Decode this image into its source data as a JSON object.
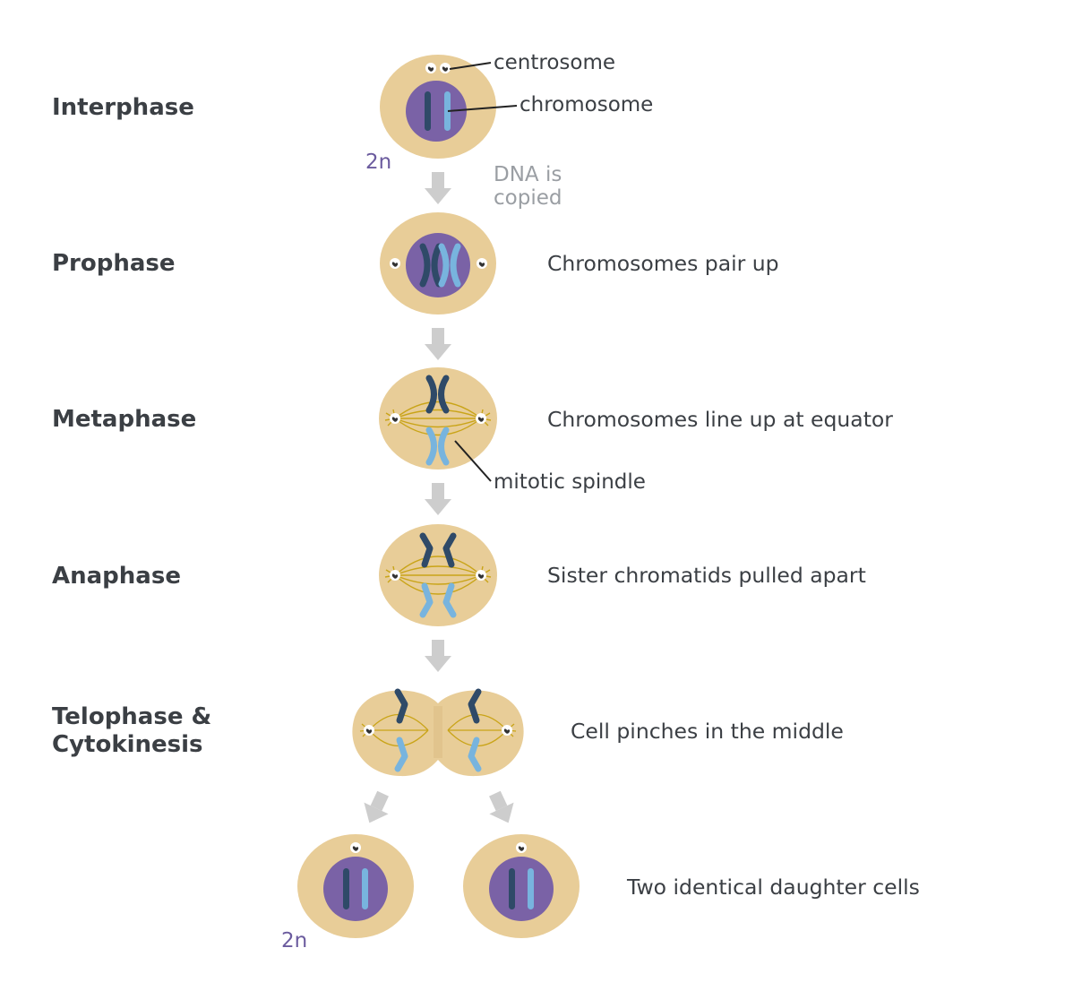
{
  "stages": [
    {
      "label": "Interphase"
    },
    {
      "label": "Prophase",
      "description": "Chromosomes pair up"
    },
    {
      "label": "Metaphase",
      "description": "Chromosomes line up at equator"
    },
    {
      "label": "Anaphase",
      "description": "Sister chromatids pulled apart"
    },
    {
      "label": "Telophase &",
      "label_line2": "Cytokinesis",
      "description": "Cell pinches in the middle"
    }
  ],
  "final": {
    "description": "Two identical daughter cells"
  },
  "callouts": {
    "centrosome": "centrosome",
    "chromosome": "chromosome",
    "mitotic_spindle": "mitotic spindle"
  },
  "notes": {
    "dna_copied_line1": "DNA is",
    "dna_copied_line2": "copied"
  },
  "ploidy": {
    "interphase": "2n",
    "daughter": "2n"
  },
  "colors": {
    "cytoplasm": "#e8cd98",
    "nucleus": "#7a62a6",
    "chromosome_dark": "#2f4a68",
    "chromosome_light": "#78b4de",
    "spindle": "#c9a418",
    "arrow": "#cdcdcd",
    "text": "#3b3f44",
    "note_text": "#9a9ea3",
    "ploidy_text": "#6b5b9e"
  }
}
